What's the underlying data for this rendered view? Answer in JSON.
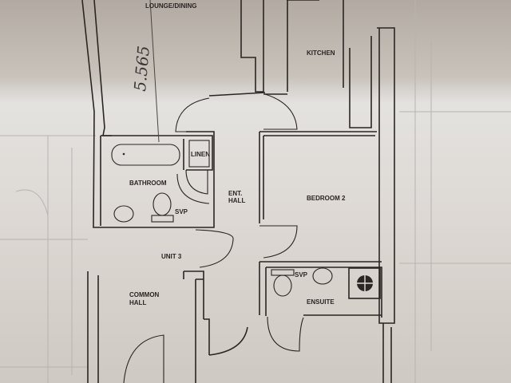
{
  "plan": {
    "rooms": {
      "lounge_dining": "LOUNGE/DINING",
      "kitchen": "KITCHEN",
      "linen": "LINEN",
      "bathroom": "BATHROOM",
      "ent_hall_1": "ENT.",
      "ent_hall_2": "HALL",
      "bedroom2": "BEDROOM 2",
      "unit": "UNIT 3",
      "common_hall_1": "COMMON",
      "common_hall_2": "HALL",
      "ensuite": "ENSUITE"
    },
    "fixtures": {
      "svp_bathroom": "SVP",
      "svp_ensuite": "SVP"
    },
    "handwritten_dimension": "5.565",
    "colors": {
      "paper_light": "#e2ded9",
      "paper_dark": "#a9a29c",
      "ink": "#2b2523"
    }
  }
}
